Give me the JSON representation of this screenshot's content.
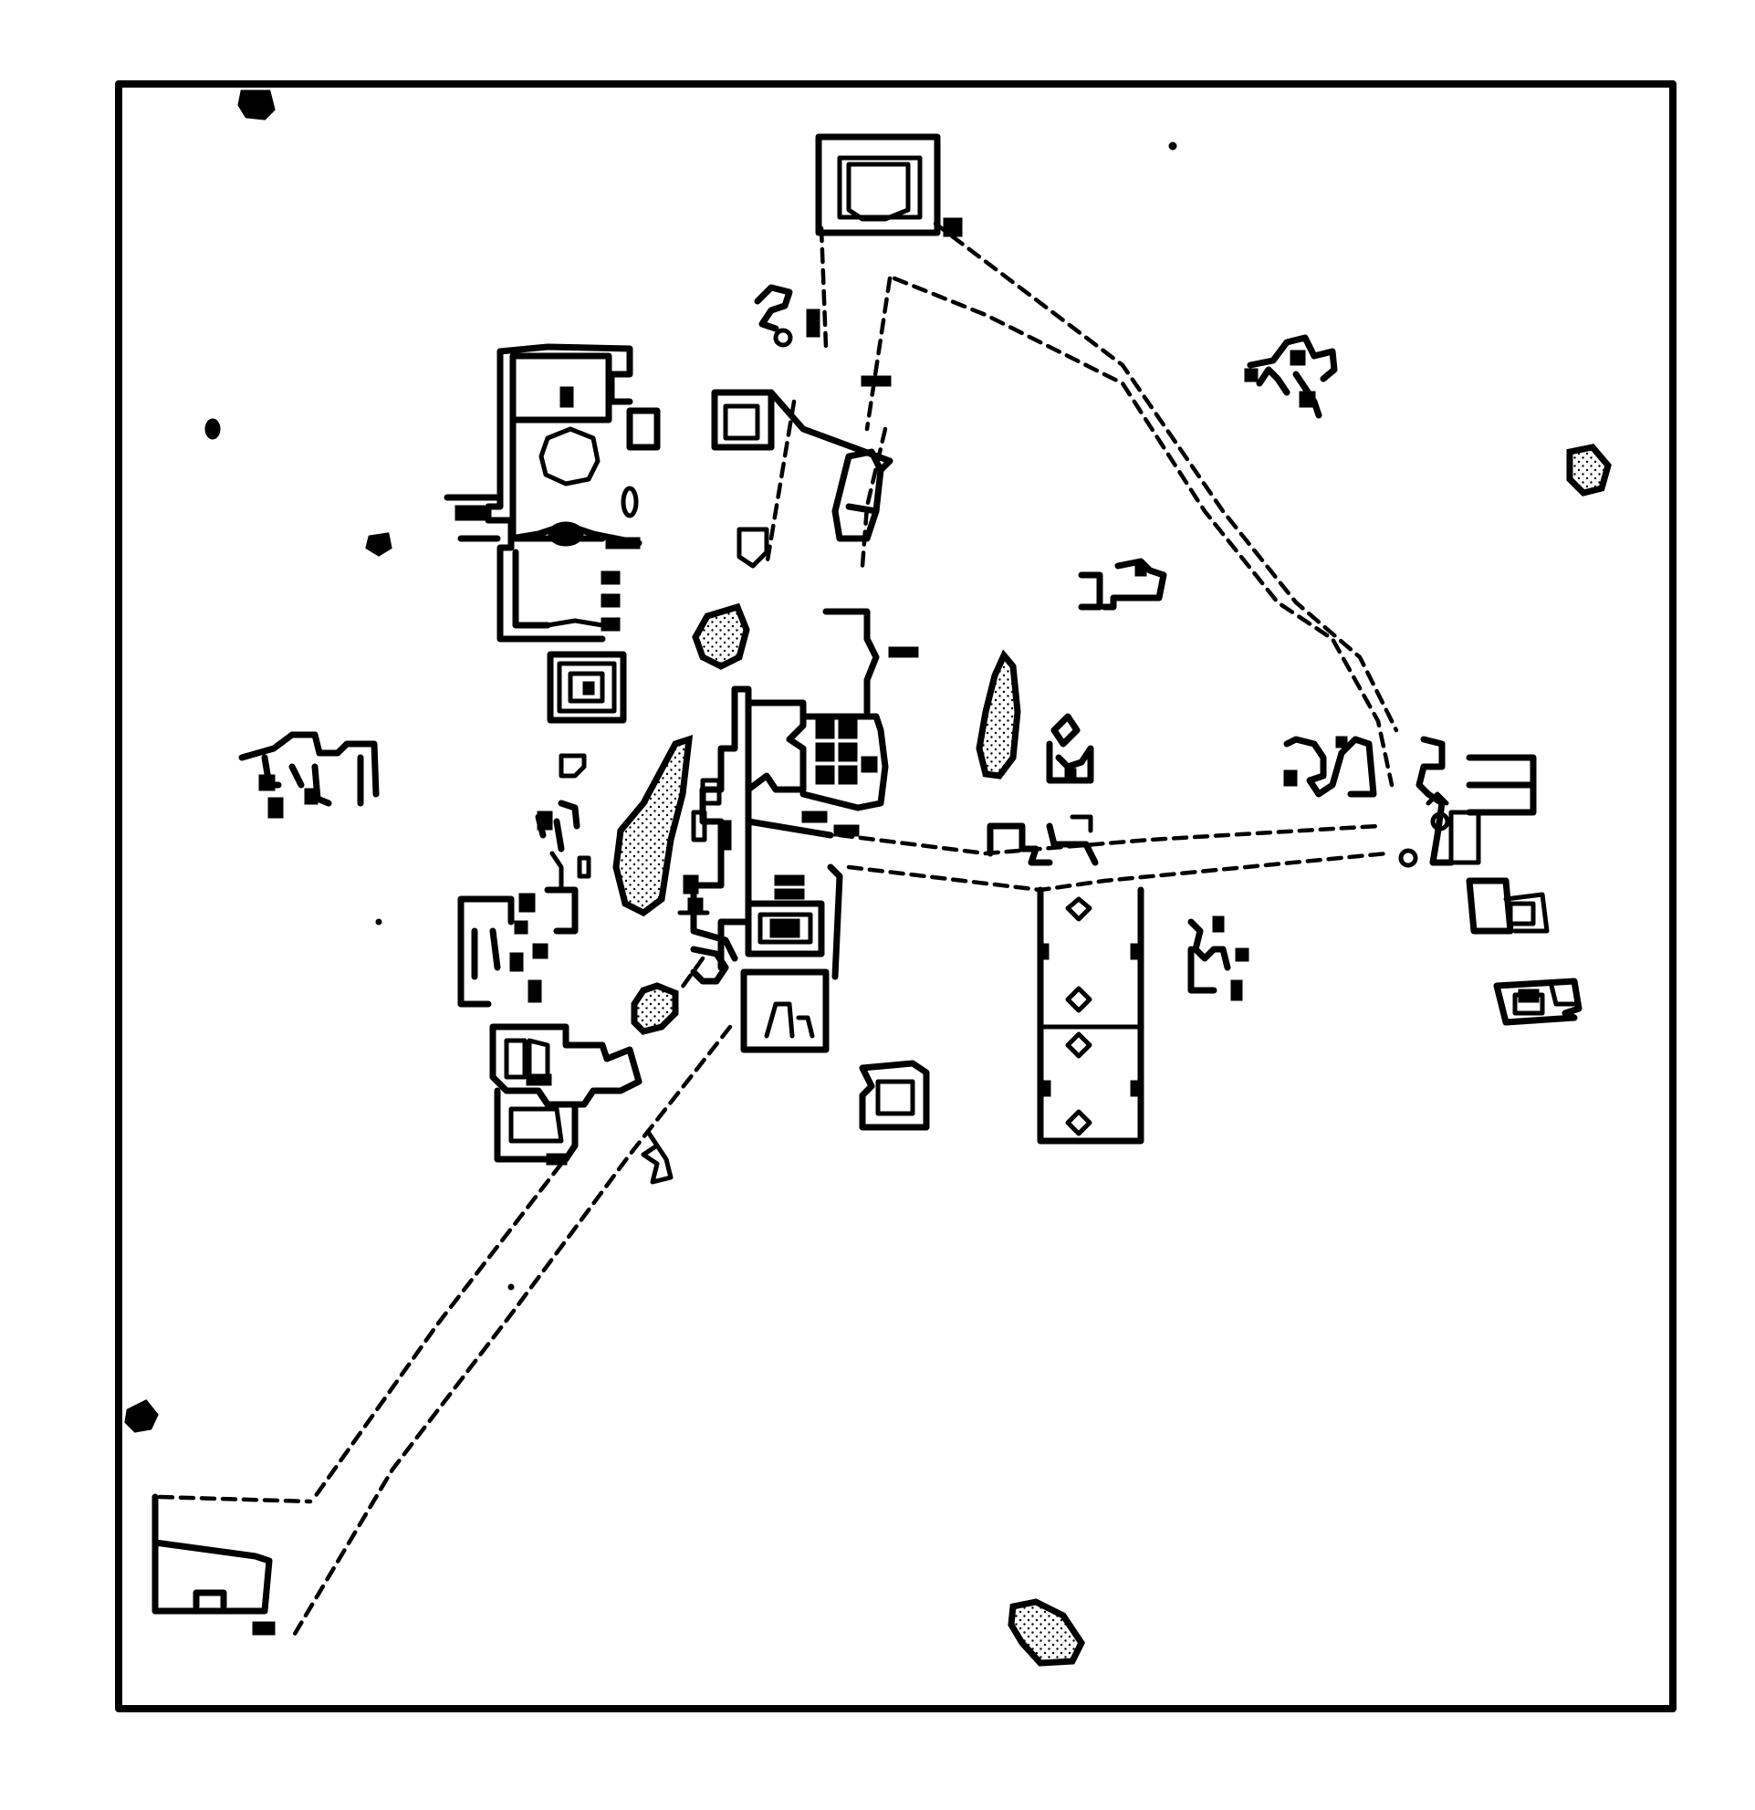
{
  "map": {
    "kind": "archaeological site plan",
    "style": "black line drawing on white",
    "colors": {
      "ink": "#000000",
      "paper": "#ffffff"
    },
    "features": {
      "stippled_ponds": 6,
      "dashed_causeways": 5,
      "framed_border": true
    }
  }
}
